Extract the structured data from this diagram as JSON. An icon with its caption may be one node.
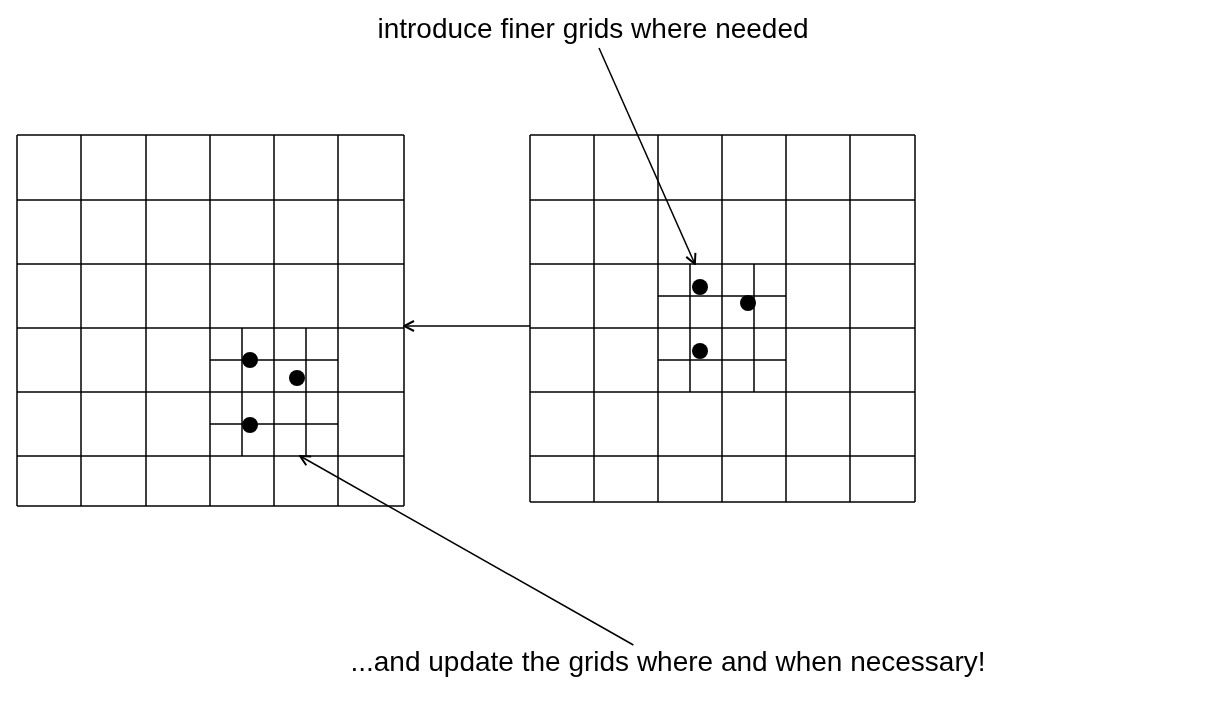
{
  "diagram": {
    "nodes": [
      {
        "text": [
          "introduce finer grids where needed"
        ]
      },
      {
        "text": [],
        "shape": "grid"
      },
      {
        "text": [],
        "shape": "grid"
      },
      {
        "text": [
          "...and update the grids where and when necessary!"
        ]
      },
      {
        "text": [],
        "shape": "grid",
        "in": 2
      },
      {
        "text": [],
        "shape": "grid",
        "in": 1
      }
    ],
    "edges": [
      {
        "from": 2,
        "to": 1,
        "arrow": "to"
      },
      {
        "from": 0,
        "to": 4,
        "arrow": "to"
      },
      {
        "from": 3,
        "to": 5,
        "arrow": "to"
      }
    ]
  }
}
